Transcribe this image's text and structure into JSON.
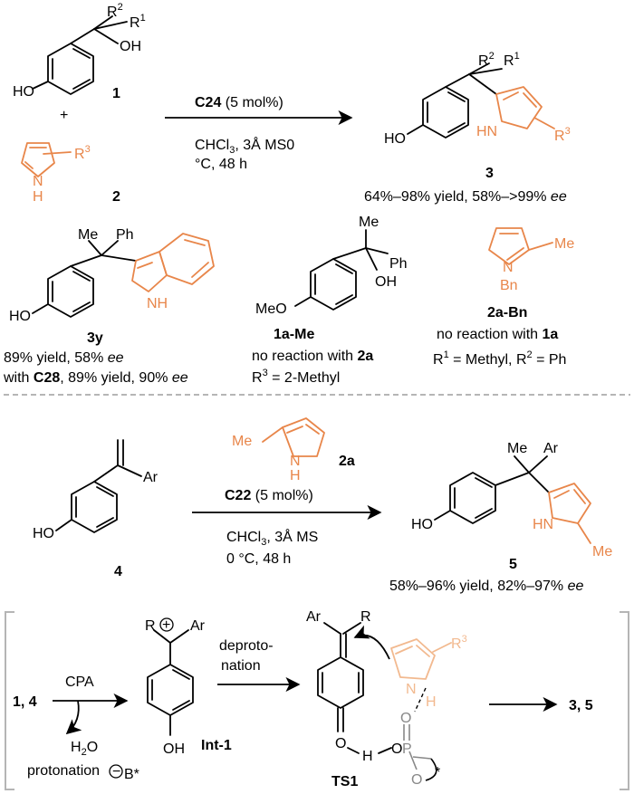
{
  "top": {
    "phenol_ho": "HO",
    "r2": "R",
    "r2_sup": "2",
    "r1": "R",
    "r1_sup": "1",
    "oh": "OH",
    "cmpd1": "1",
    "plus": "+",
    "r3": "R",
    "r3_sup": "3",
    "nh": "N",
    "h": "H",
    "cmpd2": "2",
    "catalyst": "C24",
    "loading": " (5 mol%)",
    "cond1": "CHCl",
    "cond1_sub": "3",
    "cond1_rest": ", 3Å MS0",
    "cond2": "°C, 48 h",
    "prod_ho": "HO",
    "prod_r2": "R",
    "prod_r2_sup": "2",
    "prod_r1": "R",
    "prod_r1_sup": "1",
    "prod_hn": "HN",
    "prod_r3": "R",
    "prod_r3_sup": "3",
    "cmpd3": "3",
    "yield_text": "64%–98% yield, 58%–>99% ",
    "ee": "ee"
  },
  "examples": {
    "me": "Me",
    "ph": "Ph",
    "ho": "HO",
    "nh": "NH",
    "cmpd3y": "3y",
    "y3y_1": "89% yield, 58% ",
    "ee": "ee",
    "y3y_2a": "with ",
    "y3y_2b": "C28",
    "y3y_2c": ", 89% yield, 90% ",
    "me2": "Me",
    "ph2": "Ph",
    "oh2": "OH",
    "meo": "MeO",
    "cmpd1ame": "1a-Me",
    "nr1a": "no reaction with ",
    "nr1b": "2a",
    "r3a": "R",
    "r3sup": "3",
    "r3b": " = 2-Methyl",
    "bn_n": "N",
    "bn_me": "Me",
    "bn": "Bn",
    "cmpd2abn": "2a-Bn",
    "nr2a": "no reaction with ",
    "nr2b": "1a",
    "r1a": "R",
    "r1sup": "1",
    "r1b": " = Methyl, R",
    "r2sup": "2",
    "r2b": " = Ph"
  },
  "middle": {
    "ar": "Ar",
    "ho": "HO",
    "cmpd4": "4",
    "me": "Me",
    "n": "N",
    "h": "H",
    "cmpd2a": "2a",
    "catalyst": "C22",
    "loading": " (5 mol%)",
    "cond1": "CHCl",
    "cond1_sub": "3",
    "cond1_rest": ", 3Å MS",
    "cond2": "0 °C, 48 h",
    "prod_me": "Me",
    "prod_ar": "Ar",
    "prod_ho": "HO",
    "prod_hn": "HN",
    "prod_me2": "Me",
    "cmpd5": "5",
    "yield_text": "58%–96% yield, 82%–97% ",
    "ee": "ee"
  },
  "mechanism": {
    "start": "1, 4",
    "cpa": "CPA",
    "h2o_a": "H",
    "h2o_sub": "2",
    "h2o_b": "O",
    "protonation": "protonation",
    "r": "R",
    "plus": "+",
    "ar": "Ar",
    "oh": "OH",
    "b": "B*",
    "minus": "−",
    "int1": "Int-1",
    "deproto1": "deproto-",
    "deproto2": "nation",
    "ts_ar": "Ar",
    "ts_r": "R",
    "ts_r3": "R",
    "ts_r3sup": "3",
    "ts_n": "N",
    "ts_h": "H",
    "ts_o": "O",
    "ts_h2": "H",
    "ts_o2": "O",
    "ts_p": "P",
    "ts_o3": "O",
    "ts_o4": "O",
    "ts_star": "*",
    "ts1": "TS1",
    "end": "3, 5"
  },
  "colors": {
    "accent": "#e8864a",
    "pale_accent": "#f2b98f",
    "divider": "#b5b5b5"
  }
}
